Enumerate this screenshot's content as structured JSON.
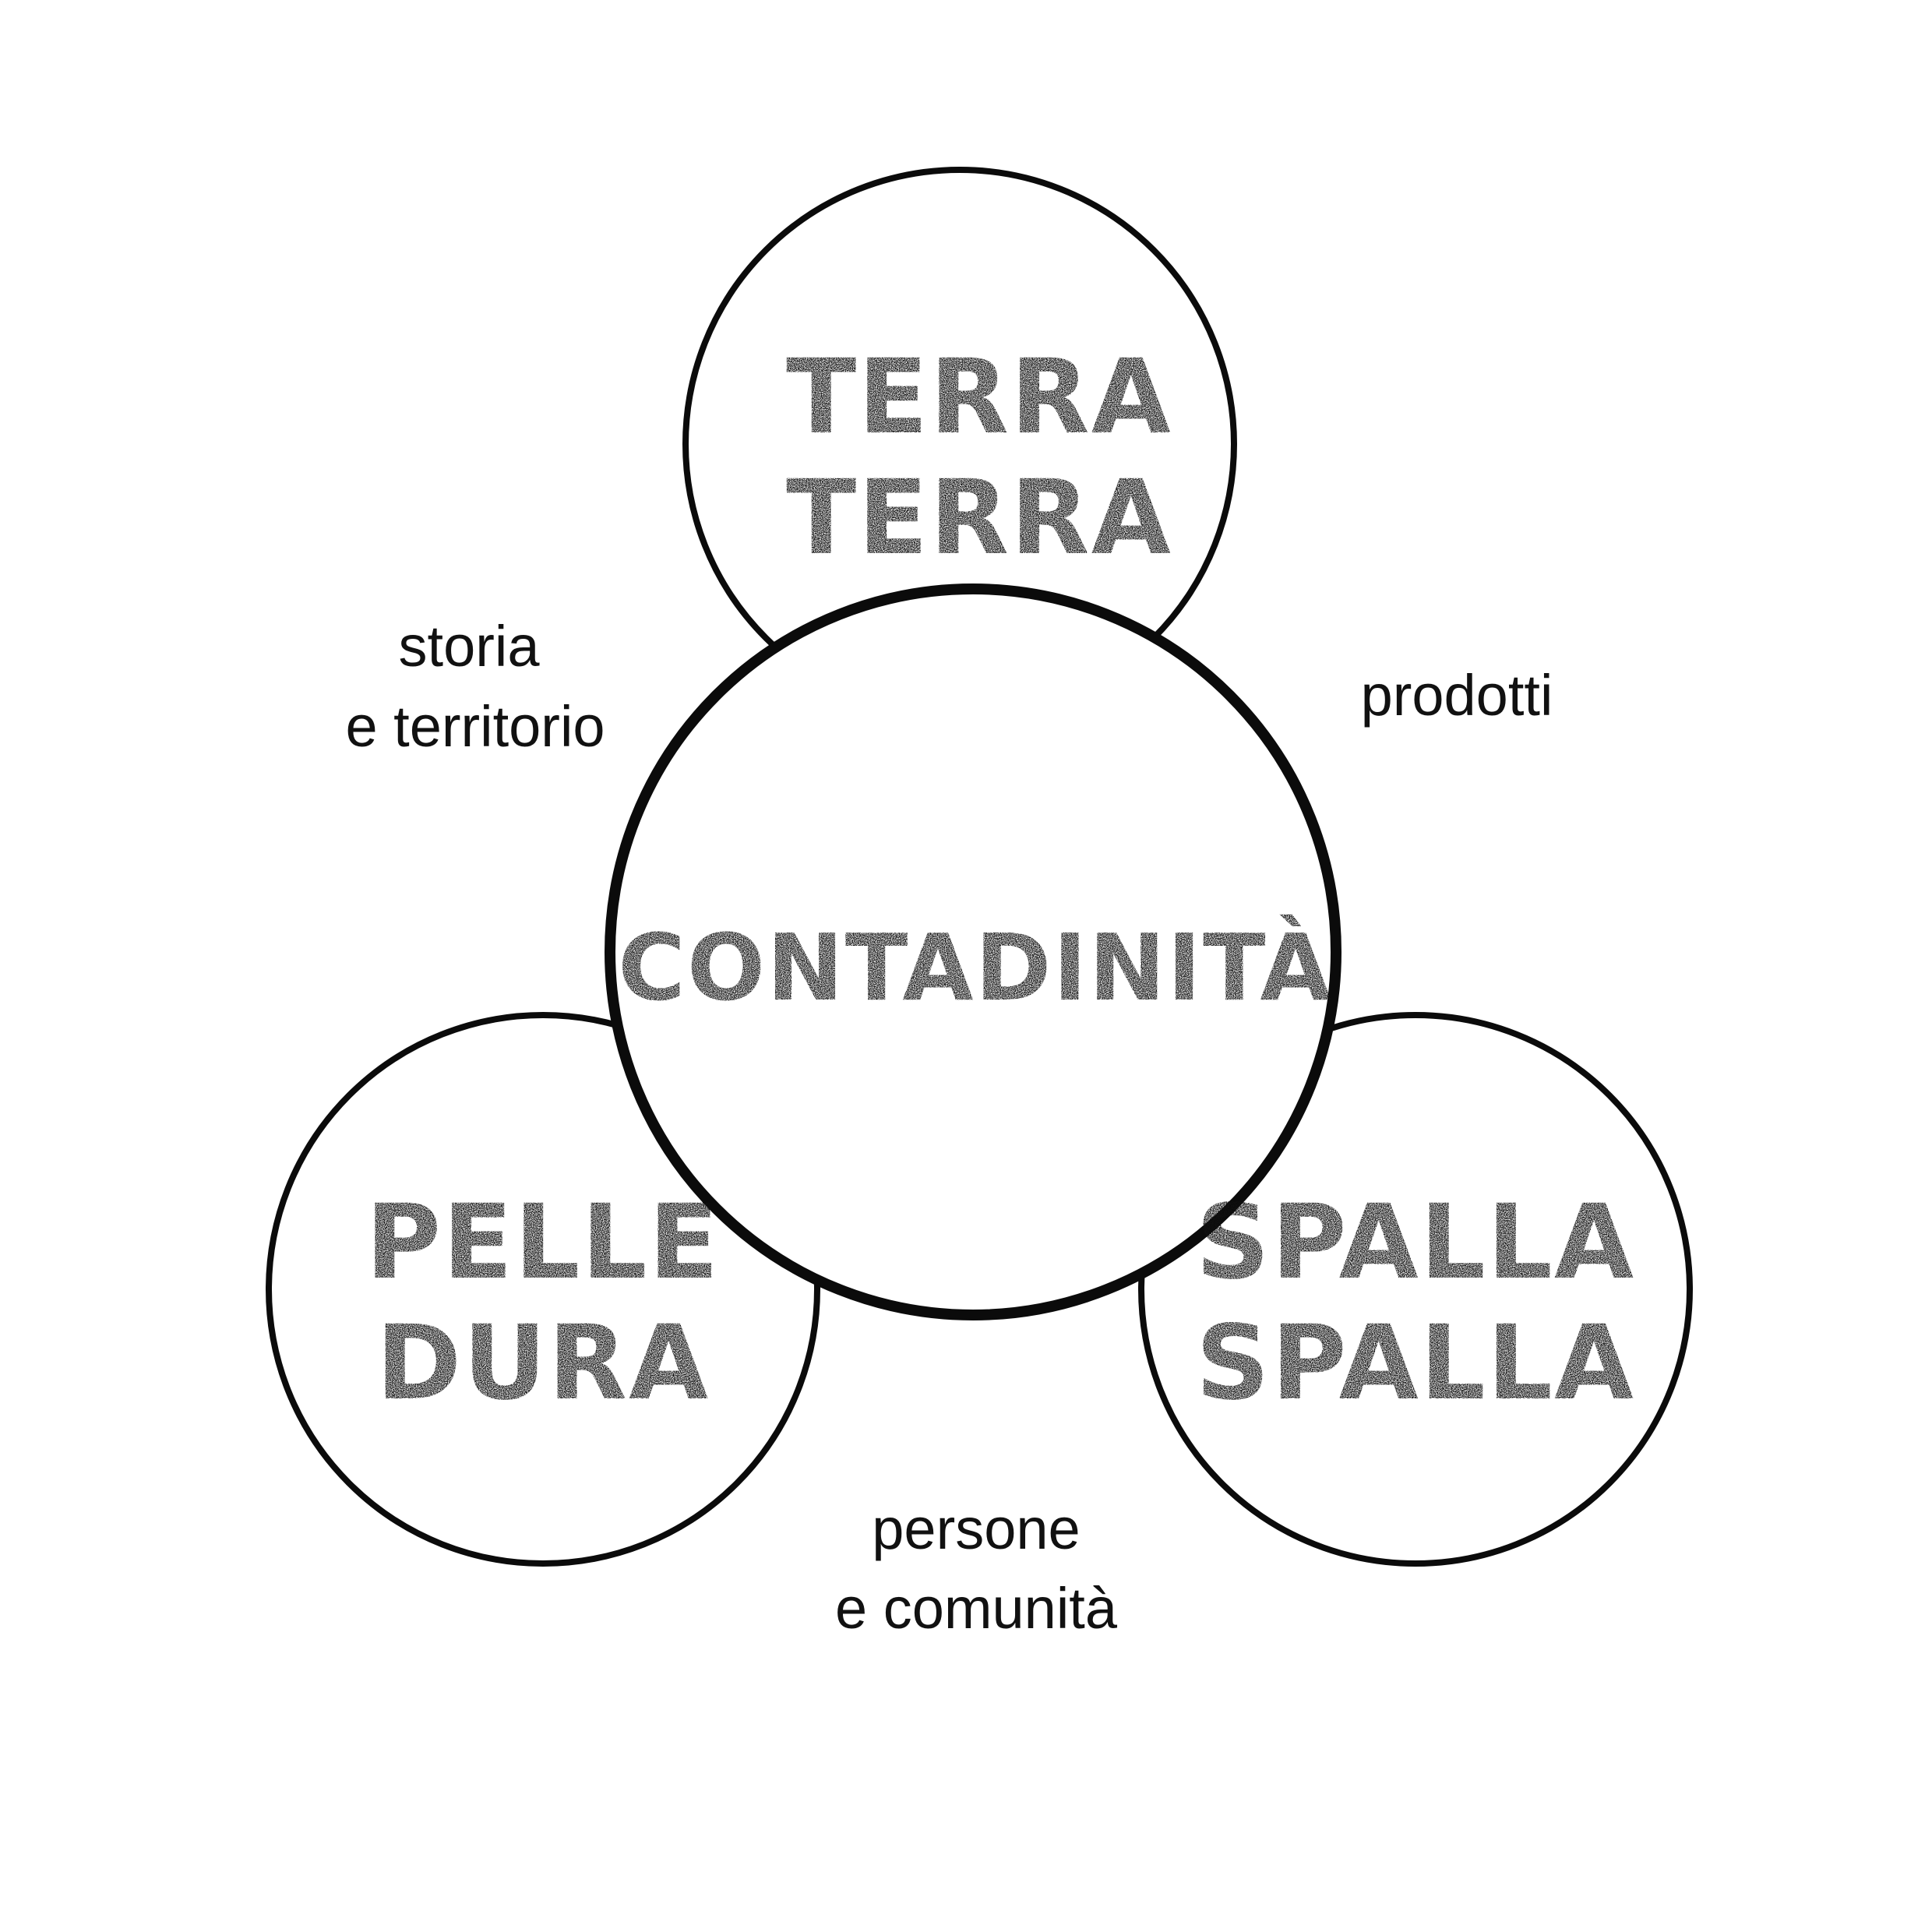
{
  "diagram": {
    "center": {
      "title": "CONTADINITÀ"
    },
    "top": {
      "line1": "TERRA",
      "line2": "TERRA"
    },
    "left": {
      "line1": "PELLE",
      "line2": "DURA"
    },
    "right": {
      "line1": "SPALLA",
      "line2": "SPALLA"
    },
    "connectors": {
      "top_left": {
        "line1": "storia",
        "line2": "e territorio"
      },
      "top_right": {
        "line1": "prodotti"
      },
      "bottom": {
        "line1": "persone",
        "line2": "e comunità"
      }
    },
    "colors": {
      "ink": "#111111",
      "background": "#ffffff"
    }
  }
}
